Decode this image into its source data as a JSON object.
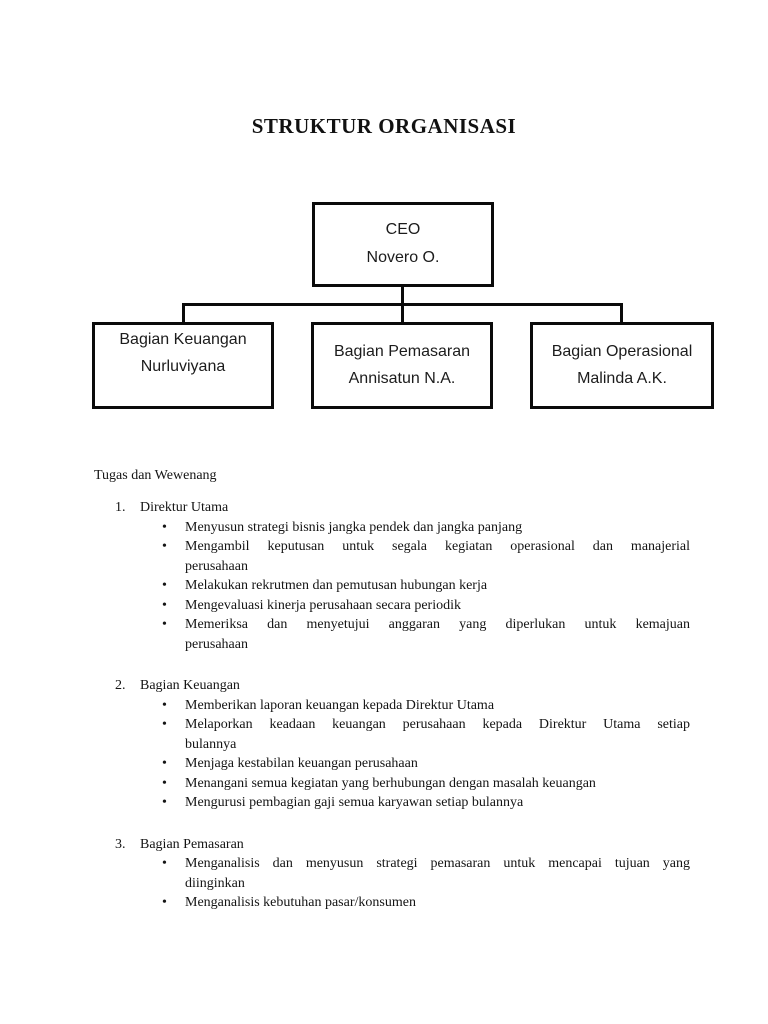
{
  "page": {
    "background": "#ffffff",
    "ink": "#141414",
    "line_color": "#0a0a0a"
  },
  "title": "STRUKTUR ORGANISASI",
  "org_chart": {
    "root": {
      "role": "CEO",
      "name": "Novero O."
    },
    "children": [
      {
        "role": "Bagian Keuangan",
        "name": "Nurluviyana"
      },
      {
        "role": "Bagian Pemasaran",
        "name": "Annisatun N.A."
      },
      {
        "role": "Bagian Operasional",
        "name": "Malinda A.K."
      }
    ]
  },
  "tasks": {
    "heading": "Tugas dan Wewenang",
    "bullet_glyph": "•",
    "sections": [
      {
        "number": "1.",
        "title": "Direktur Utama",
        "bullets": [
          [
            "Menyusun strategi bisnis jangka pendek dan jangka panjang"
          ],
          [
            "Mengambil keputusan untuk segala kegiatan operasional dan manajerial",
            "perusahaan"
          ],
          [
            "Melakukan rekrutmen dan pemutusan hubungan kerja"
          ],
          [
            "Mengevaluasi kinerja perusahaan secara periodik"
          ],
          [
            "Memeriksa dan menyetujui anggaran yang diperlukan untuk kemajuan",
            "perusahaan"
          ]
        ]
      },
      {
        "number": "2.",
        "title": "Bagian Keuangan",
        "bullets": [
          [
            "Memberikan laporan keuangan kepada Direktur Utama"
          ],
          [
            "Melaporkan keadaan keuangan perusahaan kepada Direktur Utama setiap",
            "bulannya"
          ],
          [
            "Menjaga kestabilan keuangan perusahaan"
          ],
          [
            "Menangani semua kegiatan yang berhubungan dengan masalah keuangan"
          ],
          [
            "Mengurusi pembagian gaji semua karyawan setiap bulannya"
          ]
        ]
      },
      {
        "number": "3.",
        "title": "Bagian Pemasaran",
        "bullets": [
          [
            "Menganalisis dan menyusun strategi pemasaran untuk mencapai tujuan yang",
            "diinginkan"
          ],
          [
            "Menganalisis kebutuhan pasar/konsumen"
          ]
        ]
      }
    ]
  }
}
